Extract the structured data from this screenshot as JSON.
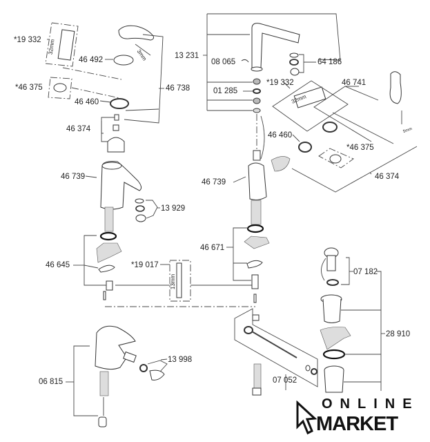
{
  "diagram": {
    "title": "Faucet exploded parts diagram",
    "labels": {
      "l19332a": "*19 332",
      "l46492": "46 492",
      "l46375a": "*46 375",
      "l46460a": "46 460",
      "l46374a": "46 374",
      "l46738": "46 738",
      "l46739a": "46 739",
      "l13929": "13 929",
      "l46645": "46 645",
      "l19017": "*19 017",
      "l13998": "13 998",
      "l06815": "06 815",
      "l13231": "13 231",
      "l08065": "08 065",
      "l64186": "64 186",
      "l01285": "01 285",
      "l19332b": "*19 332",
      "l46741": "46 741",
      "l46460b": "46 460",
      "l46375b": "*46 375",
      "l46739b": "46 739",
      "l46374b": "46 374",
      "l46671": "46 671",
      "l07182": "07 182",
      "l28910": "28 910",
      "l07052": "07 052"
    },
    "dimensions": {
      "d32a": "32mm",
      "d3a": "3mm",
      "d32b": "32mm",
      "d3b": "5mm",
      "d13": "13mm"
    }
  },
  "logo": {
    "top": "ONLINE",
    "bottom": "MARKET"
  }
}
